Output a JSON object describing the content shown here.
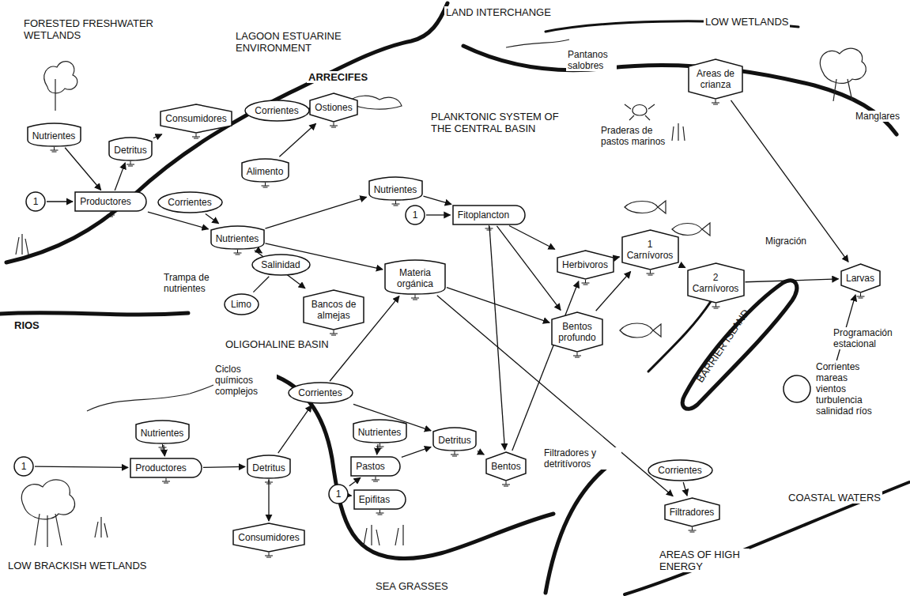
{
  "diagram": {
    "nodes": [
      {
        "text": [
          "Nutrientes"
        ]
      },
      {
        "text": [
          "Detritus"
        ]
      },
      {
        "text": [
          "Consumidores"
        ]
      },
      {
        "text": [
          "1"
        ]
      },
      {
        "text": [
          "Productores"
        ]
      },
      {
        "text": [
          "Corrientes"
        ]
      },
      {
        "text": [
          "Ostiones"
        ]
      },
      {
        "text": [
          "Alimento"
        ]
      },
      {
        "text": [
          "Corrientes"
        ]
      },
      {
        "text": [
          "Nutrientes"
        ]
      },
      {
        "text": [
          "Nutrientes"
        ]
      },
      {
        "text": [
          "1"
        ]
      },
      {
        "text": [
          "Fitoplancton"
        ]
      },
      {
        "text": [
          "Salinidad"
        ]
      },
      {
        "text": [
          "Limo"
        ]
      },
      {
        "text": [
          "Bancos de almejas"
        ]
      },
      {
        "text": [
          "Materia orgánica"
        ]
      },
      {
        "text": [
          "Herbivoros"
        ]
      },
      {
        "text": [
          "1",
          "Carnívoros"
        ]
      },
      {
        "text": [
          "2",
          "Carnívoros"
        ]
      },
      {
        "text": [
          "Bentos profundo"
        ]
      },
      {
        "text": [
          "Areas de crianza"
        ]
      },
      {
        "text": [
          "Larvas"
        ]
      },
      {
        "text": [
          "Corrientes mareas vientos turbulencia salinidad ríos"
        ]
      },
      {
        "text": [
          "Nutrientes"
        ]
      },
      {
        "text": [
          "1"
        ]
      },
      {
        "text": [
          "Productores"
        ]
      },
      {
        "text": [
          "Detritus"
        ]
      },
      {
        "text": [
          "Consumidores"
        ]
      },
      {
        "text": [
          "Corrientes"
        ]
      },
      {
        "text": [
          "Nutrientes"
        ]
      },
      {
        "text": [
          "Pastos"
        ]
      },
      {
        "text": [
          "1"
        ]
      },
      {
        "text": [
          "Epifitas"
        ]
      },
      {
        "text": [
          "Detritus"
        ]
      },
      {
        "text": [
          "Bentos"
        ]
      },
      {
        "text": [
          "Corrientes"
        ]
      },
      {
        "text": [
          "Filtradores"
        ]
      }
    ],
    "edges": [
      {
        "from": 3,
        "to": 4,
        "arrow": "to"
      },
      {
        "from": 0,
        "to": 4,
        "arrow": "to"
      },
      {
        "from": 4,
        "to": 1,
        "arrow": "to"
      },
      {
        "from": 1,
        "to": 2,
        "arrow": "to"
      },
      {
        "from": 5,
        "to": 6,
        "arrow": "to"
      },
      {
        "from": 7,
        "to": 6,
        "arrow": "to"
      },
      {
        "from": 8,
        "to": 9,
        "arrow": "to"
      },
      {
        "from": 4,
        "to": 9,
        "arrow": "to"
      },
      {
        "from": 9,
        "to": 10,
        "arrow": "to"
      },
      {
        "from": 10,
        "to": 12,
        "arrow": "to"
      },
      {
        "from": 11,
        "to": 12,
        "arrow": "to"
      },
      {
        "from": 9,
        "to": 13,
        "arrow": "to"
      },
      {
        "from": 13,
        "to": 14,
        "arrow": "none"
      },
      {
        "from": 9,
        "to": 15,
        "arrow": "to"
      },
      {
        "from": 9,
        "to": 16,
        "arrow": "to"
      },
      {
        "from": 12,
        "to": 17,
        "arrow": "to"
      },
      {
        "from": 17,
        "to": 18,
        "arrow": "to"
      },
      {
        "from": 18,
        "to": 19,
        "arrow": "to"
      },
      {
        "from": 12,
        "to": 20,
        "arrow": "to"
      },
      {
        "from": 16,
        "to": 20,
        "arrow": "to"
      },
      {
        "from": 20,
        "to": 18,
        "arrow": "to"
      },
      {
        "from": 19,
        "to": 22,
        "arrow": "to"
      },
      {
        "from": 21,
        "to": 22,
        "arrow": "to"
      },
      {
        "from": 23,
        "to": 22,
        "arrow": "to"
      },
      {
        "from": 16,
        "to": 37,
        "arrow": "to"
      },
      {
        "from": 36,
        "to": 37,
        "arrow": "to"
      },
      {
        "from": 25,
        "to": 26,
        "arrow": "to"
      },
      {
        "from": 24,
        "to": 26,
        "arrow": "to"
      },
      {
        "from": 26,
        "to": 27,
        "arrow": "to"
      },
      {
        "from": 27,
        "to": 28,
        "arrow": "to"
      },
      {
        "from": 27,
        "to": 29,
        "arrow": "to"
      },
      {
        "from": 29,
        "to": 34,
        "arrow": "to"
      },
      {
        "from": 29,
        "to": 16,
        "arrow": "to"
      },
      {
        "from": 30,
        "to": 31,
        "arrow": "to"
      },
      {
        "from": 32,
        "to": 31,
        "arrow": "to"
      },
      {
        "from": 32,
        "to": 33,
        "arrow": "to"
      },
      {
        "from": 31,
        "to": 34,
        "arrow": "to"
      },
      {
        "from": 34,
        "to": 35,
        "arrow": "to"
      },
      {
        "from": 35,
        "to": 17,
        "arrow": "to"
      },
      {
        "from": 12,
        "to": 35,
        "arrow": "to"
      }
    ],
    "labels": [
      "FORESTED FRESHWATER WETLANDS",
      "LAGOON ESTUARINE ENVIRONMENT",
      "LAND INTERCHANGE",
      "LOW WETLANDS",
      "ARRECIFES",
      "PLANKTONIC SYSTEM OF THE CENTRAL BASIN",
      "Pantanos salobres",
      "Manglares",
      "Praderas de pastos marinos",
      "Migración",
      "Programación estacional",
      "Trampa de nutrientes",
      "OLIGOHALINE BASIN",
      "RIOS",
      "Ciclos químicos complejos",
      "Filtradores y detritívoros",
      "BARRIER ISLAND",
      "COASTAL WATERS",
      "AREAS OF HIGH ENERGY",
      "LOW BRACKISH WETLANDS",
      "SEA GRASSES"
    ]
  }
}
